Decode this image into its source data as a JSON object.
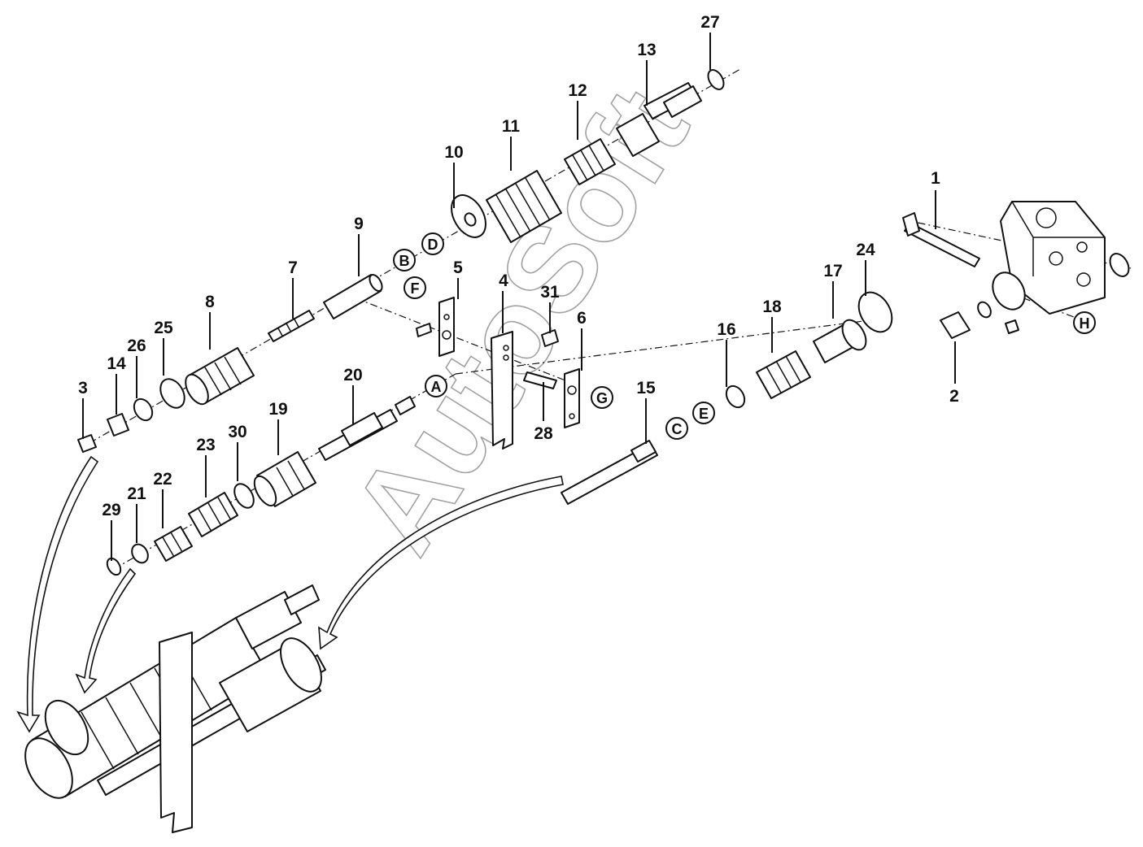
{
  "watermark": "AutoSoft",
  "part_numbers": [
    "1",
    "2",
    "3",
    "4",
    "5",
    "6",
    "7",
    "8",
    "9",
    "10",
    "11",
    "12",
    "13",
    "14",
    "15",
    "16",
    "17",
    "18",
    "19",
    "20",
    "21",
    "22",
    "23",
    "24",
    "25",
    "26",
    "27",
    "28",
    "29",
    "30",
    "31"
  ],
  "reference_letters": [
    "A",
    "B",
    "C",
    "D",
    "E",
    "F",
    "G",
    "H"
  ]
}
